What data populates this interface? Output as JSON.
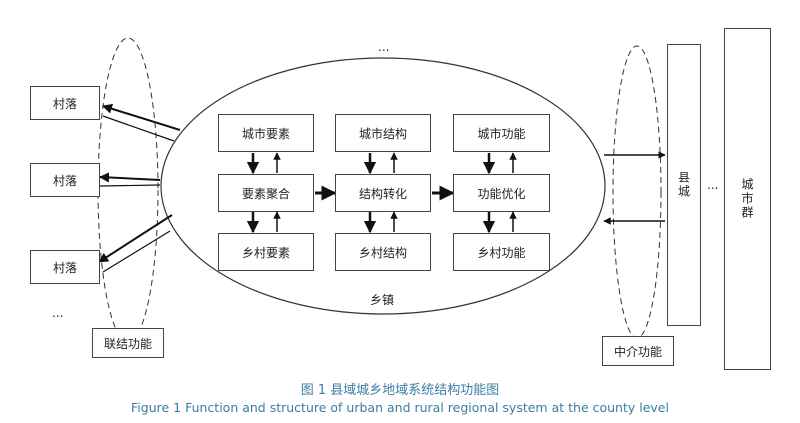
{
  "diagram": {
    "left_villages": [
      "村落",
      "村落",
      "村落"
    ],
    "left_more": "...",
    "top_more": "...",
    "right_more": "...",
    "left_function": "联结功能",
    "right_function": "中介功能",
    "center_label": "乡镇",
    "urban_row": [
      "城市要素",
      "城市结构",
      "城市功能"
    ],
    "middle_row": [
      "要素聚合",
      "结构转化",
      "功能优化"
    ],
    "rural_row": [
      "乡村要素",
      "乡村结构",
      "乡村功能"
    ],
    "county_city": "县城",
    "city_cluster": "城市群"
  },
  "caption": {
    "zh": "图 1  县域城乡地域系统结构功能图",
    "en": "Figure 1  Function and structure of urban and rural regional system at the county level"
  },
  "colors": {
    "caption": "#3a7ea3",
    "lines": "#222222"
  }
}
